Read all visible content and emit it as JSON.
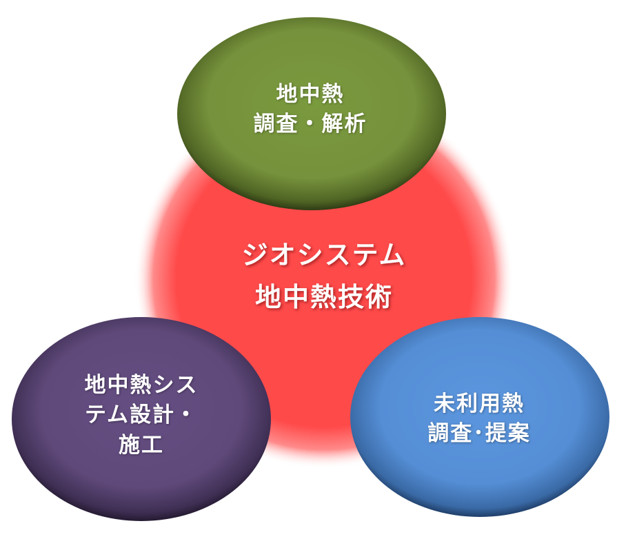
{
  "center": {
    "line1": "ジオシステム",
    "line2": "地中熱技術"
  },
  "top": {
    "line1": "地中熱",
    "line2": "調査・解析"
  },
  "left": {
    "line1": "地中熱シス",
    "line2": "テム設計・",
    "line3": "施工"
  },
  "right": {
    "line1": "未利用熱",
    "line2": "調査･提案"
  },
  "colors": {
    "center": "#ff4a4a",
    "top": "#76923c",
    "left": "#5f497a",
    "right": "#558ed5"
  }
}
